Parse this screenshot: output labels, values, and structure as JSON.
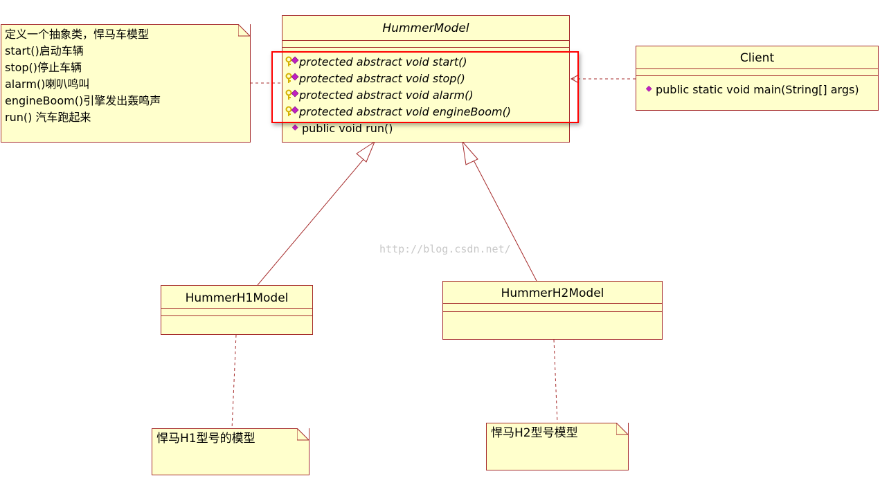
{
  "classes": {
    "hummer_model": {
      "name": "HummerModel",
      "operations": [
        {
          "text": "protected abstract void start()",
          "icon": "key-method-icon",
          "abstract": true
        },
        {
          "text": "protected abstract void stop()",
          "icon": "key-method-icon",
          "abstract": true
        },
        {
          "text": "protected abstract void alarm()",
          "icon": "key-method-icon",
          "abstract": true
        },
        {
          "text": "protected abstract void engineBoom()",
          "icon": "key-method-icon",
          "abstract": true
        },
        {
          "text": "public void run()",
          "icon": "method-icon",
          "abstract": false
        }
      ]
    },
    "client": {
      "name": "Client",
      "operations": [
        {
          "text": "public static void main(String[] args)",
          "icon": "method-icon"
        }
      ]
    },
    "h1": {
      "name": "HummerH1Model"
    },
    "h2": {
      "name": "HummerH2Model"
    }
  },
  "notes": {
    "abstract_note": "定义一个抽象类，悍马车模型\nstart()启动车辆\nstop()停止车辆\nalarm()喇叭鸣叫\nengineBoom()引擎发出轰鸣声\nrun() 汽车跑起来",
    "h1_note": "悍马H1型号的模型",
    "h2_note": "悍马H2型号模型"
  },
  "watermark": "http://blog.csdn.net/",
  "colors": {
    "class_fill": "#ffffcc",
    "border": "#a52a2a",
    "highlight": "#ff0000",
    "method_icon": "#c020c0",
    "key_icon": "#d4b000"
  }
}
